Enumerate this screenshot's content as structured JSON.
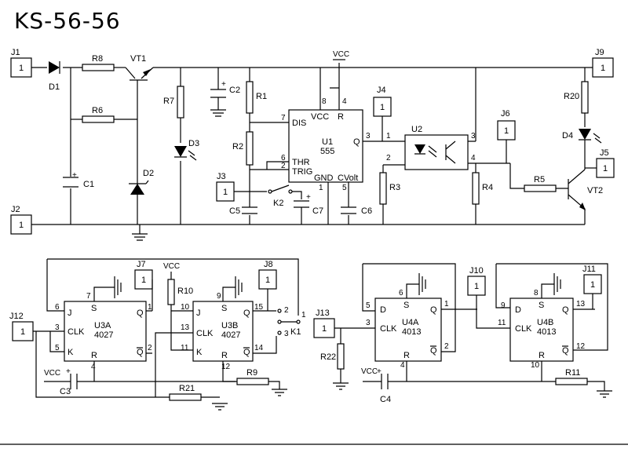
{
  "title": "KS-56-56",
  "labels": {
    "J1": "J1",
    "J2": "J2",
    "J3": "J3",
    "J4": "J4",
    "J5": "J5",
    "J6": "J6",
    "J7": "J7",
    "J8": "J8",
    "J9": "J9",
    "J10": "J10",
    "J11": "J11",
    "J12": "J12",
    "J13": "J13",
    "D1": "D1",
    "D2": "D2",
    "D3": "D3",
    "D4": "D4",
    "R1": "R1",
    "R2": "R2",
    "R3": "R3",
    "R4": "R4",
    "R5": "R5",
    "R6": "R6",
    "R7": "R7",
    "R8": "R8",
    "R9": "R9",
    "R10": "R10",
    "R11": "R11",
    "R20": "R20",
    "R21": "R21",
    "R22": "R22",
    "C1": "C1",
    "C2": "C2",
    "C3": "C3",
    "C4": "C4",
    "C5": "C5",
    "C6": "C6",
    "C7": "C7",
    "VT1": "VT1",
    "VT2": "VT2",
    "K1": "K1",
    "K2": "K2",
    "U1": "U1",
    "U1p": "555",
    "U2": "U2",
    "U3A": "U3A",
    "U3B": "U3B",
    "U4A": "U4A",
    "U4B": "U4B",
    "p4027": "4027",
    "p4013": "4013",
    "VCC": "VCC"
  },
  "pins": {
    "DIS": "DIS",
    "VCCp": "VCC",
    "R": "R",
    "THR": "THR",
    "TRIG": "TRIG",
    "GND": "GND",
    "CVolt": "CVolt",
    "Q": "Q",
    "J": "J",
    "K": "K",
    "CLK": "CLK",
    "S": "S",
    "D": "D",
    "Qb": "Q",
    "n1": "1",
    "n2": "2",
    "n3": "3",
    "n4": "4",
    "n5": "5",
    "n6": "6",
    "n7": "7",
    "n8": "8",
    "n9": "9",
    "n10": "10",
    "n11": "11",
    "n12": "12",
    "n13": "13",
    "n14": "14",
    "n15": "15"
  },
  "connector_value": "1",
  "jumper_value": "1"
}
